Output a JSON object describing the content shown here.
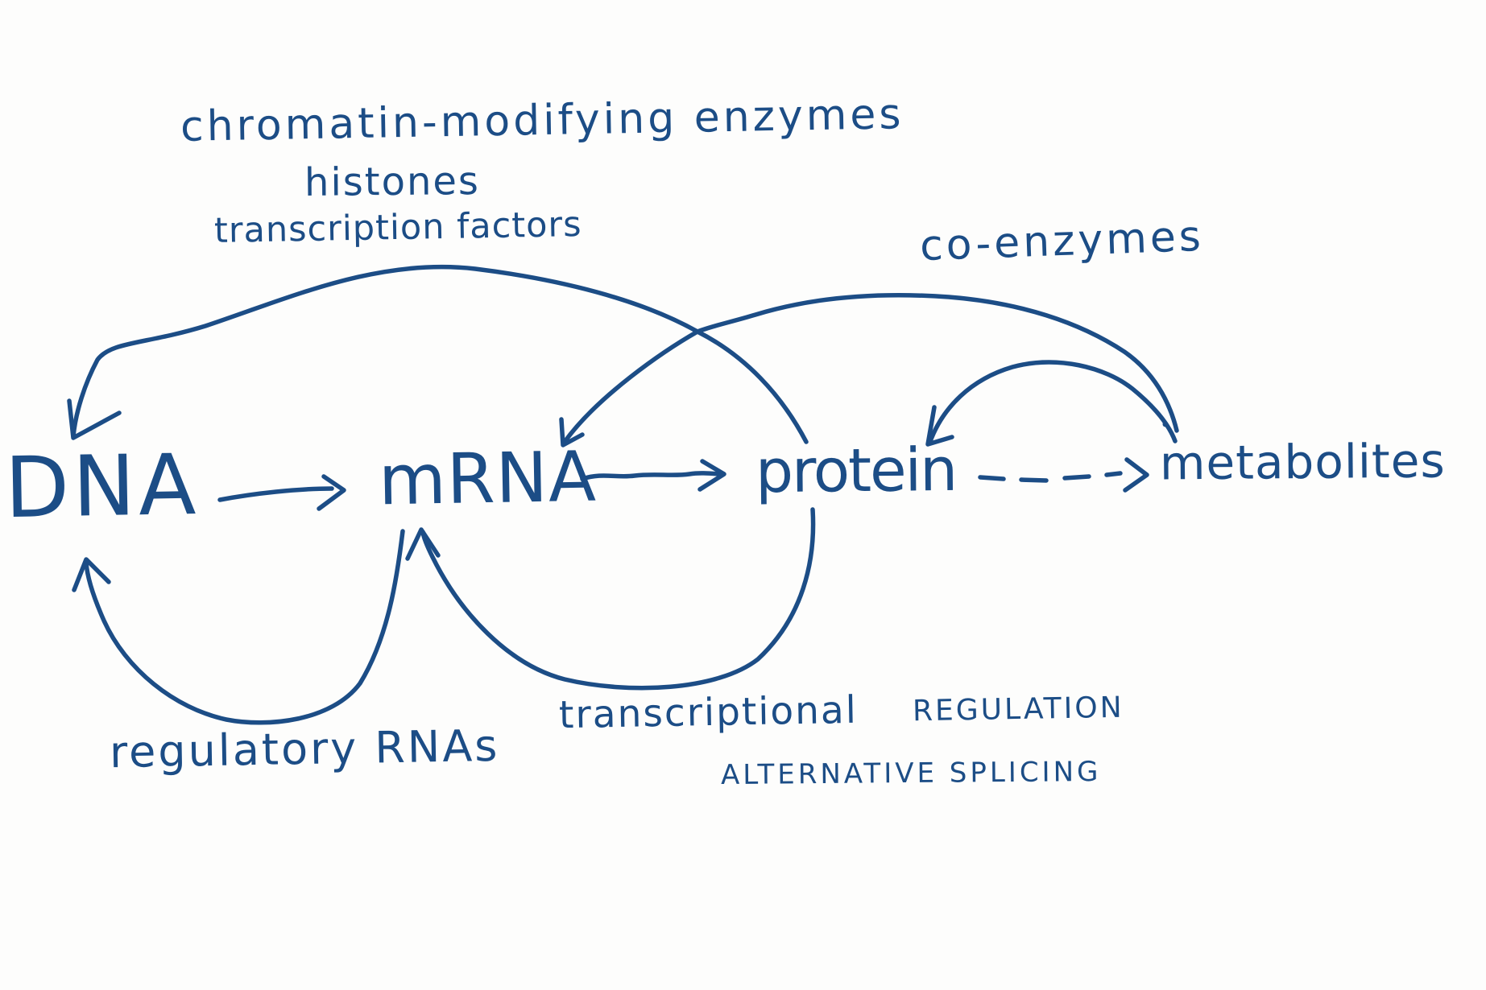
{
  "figure": {
    "colors": {
      "ink": "#1c4d86",
      "background": "#fdfdfc"
    },
    "nodes": [
      {
        "id": "dna",
        "label": "DNA"
      },
      {
        "id": "mrna",
        "label": "mRNA"
      },
      {
        "id": "protein",
        "label": "protein"
      },
      {
        "id": "metabolites",
        "label": "metabolites"
      }
    ],
    "flow_arrows": [
      {
        "from": "DNA",
        "to": "mRNA",
        "style": "solid"
      },
      {
        "from": "mRNA",
        "to": "protein",
        "style": "solid"
      },
      {
        "from": "protein",
        "to": "metabolites",
        "style": "dashed"
      }
    ],
    "feedback_arrows": [
      {
        "from": "protein",
        "to": "DNA",
        "labels": [
          "chromatin-modifying enzymes",
          "histones",
          "transcription factors"
        ]
      },
      {
        "from": "metabolites",
        "to": "protein",
        "labels": [
          "co-enzymes"
        ]
      },
      {
        "from": "metabolites",
        "to": "mRNA",
        "labels": []
      },
      {
        "from": "mRNA",
        "to": "DNA",
        "labels": [
          "regulatory RNAs"
        ]
      },
      {
        "from": "protein",
        "to": "mRNA",
        "labels": [
          "transcriptional REGULATION",
          "ALTERNATIVE SPLICING"
        ]
      }
    ],
    "labels": {
      "chromatin": "chromatin-modifying enzymes",
      "histones": "histones",
      "transcription_factors": "transcription factors",
      "co_enzymes": "co-enzymes",
      "regulatory_rnas": "regulatory RNAs",
      "transcriptional": "transcriptional",
      "regulation": "REGULATION",
      "alternative_splicing": "ALTERNATIVE SPLICING"
    }
  }
}
